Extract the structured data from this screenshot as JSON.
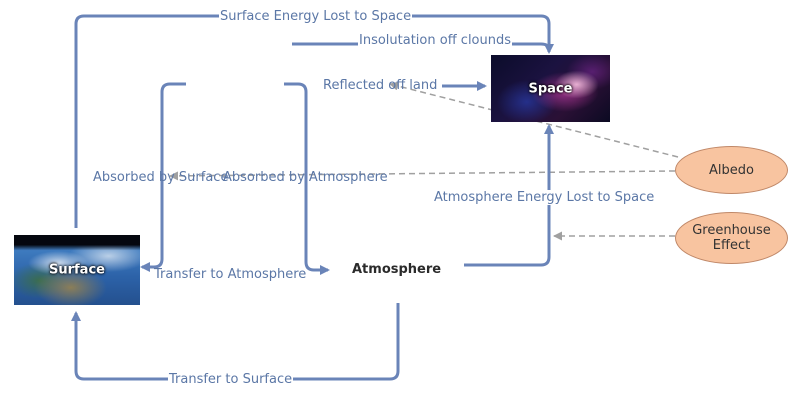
{
  "nodes": {
    "space": "Space",
    "surface": "Surface",
    "atmosphere": "Atmosphere",
    "albedo": "Albedo",
    "greenhouse": "Greenhouse\nEffect"
  },
  "edges": {
    "surface_energy_lost": "Surface Energy Lost to Space",
    "insolation_off_clouds": "Insolutation off clounds",
    "reflected_off_land": "Reflected off land",
    "absorbed_by_surface": "Absorbed by Surface",
    "absorbed_by_atmosphere": "Absorbed by Atmosphere",
    "atmosphere_energy_lost": "Atmosphere Energy Lost to Space",
    "transfer_to_atmosphere": "Transfer to Atmosphere",
    "transfer_to_surface": "Transfer to Surface"
  },
  "colors": {
    "edge": "#6a84b8",
    "dashed": "#a0a0a0",
    "ellipse_fill": "#f8c4a0",
    "label_text": "#5b77a6"
  }
}
